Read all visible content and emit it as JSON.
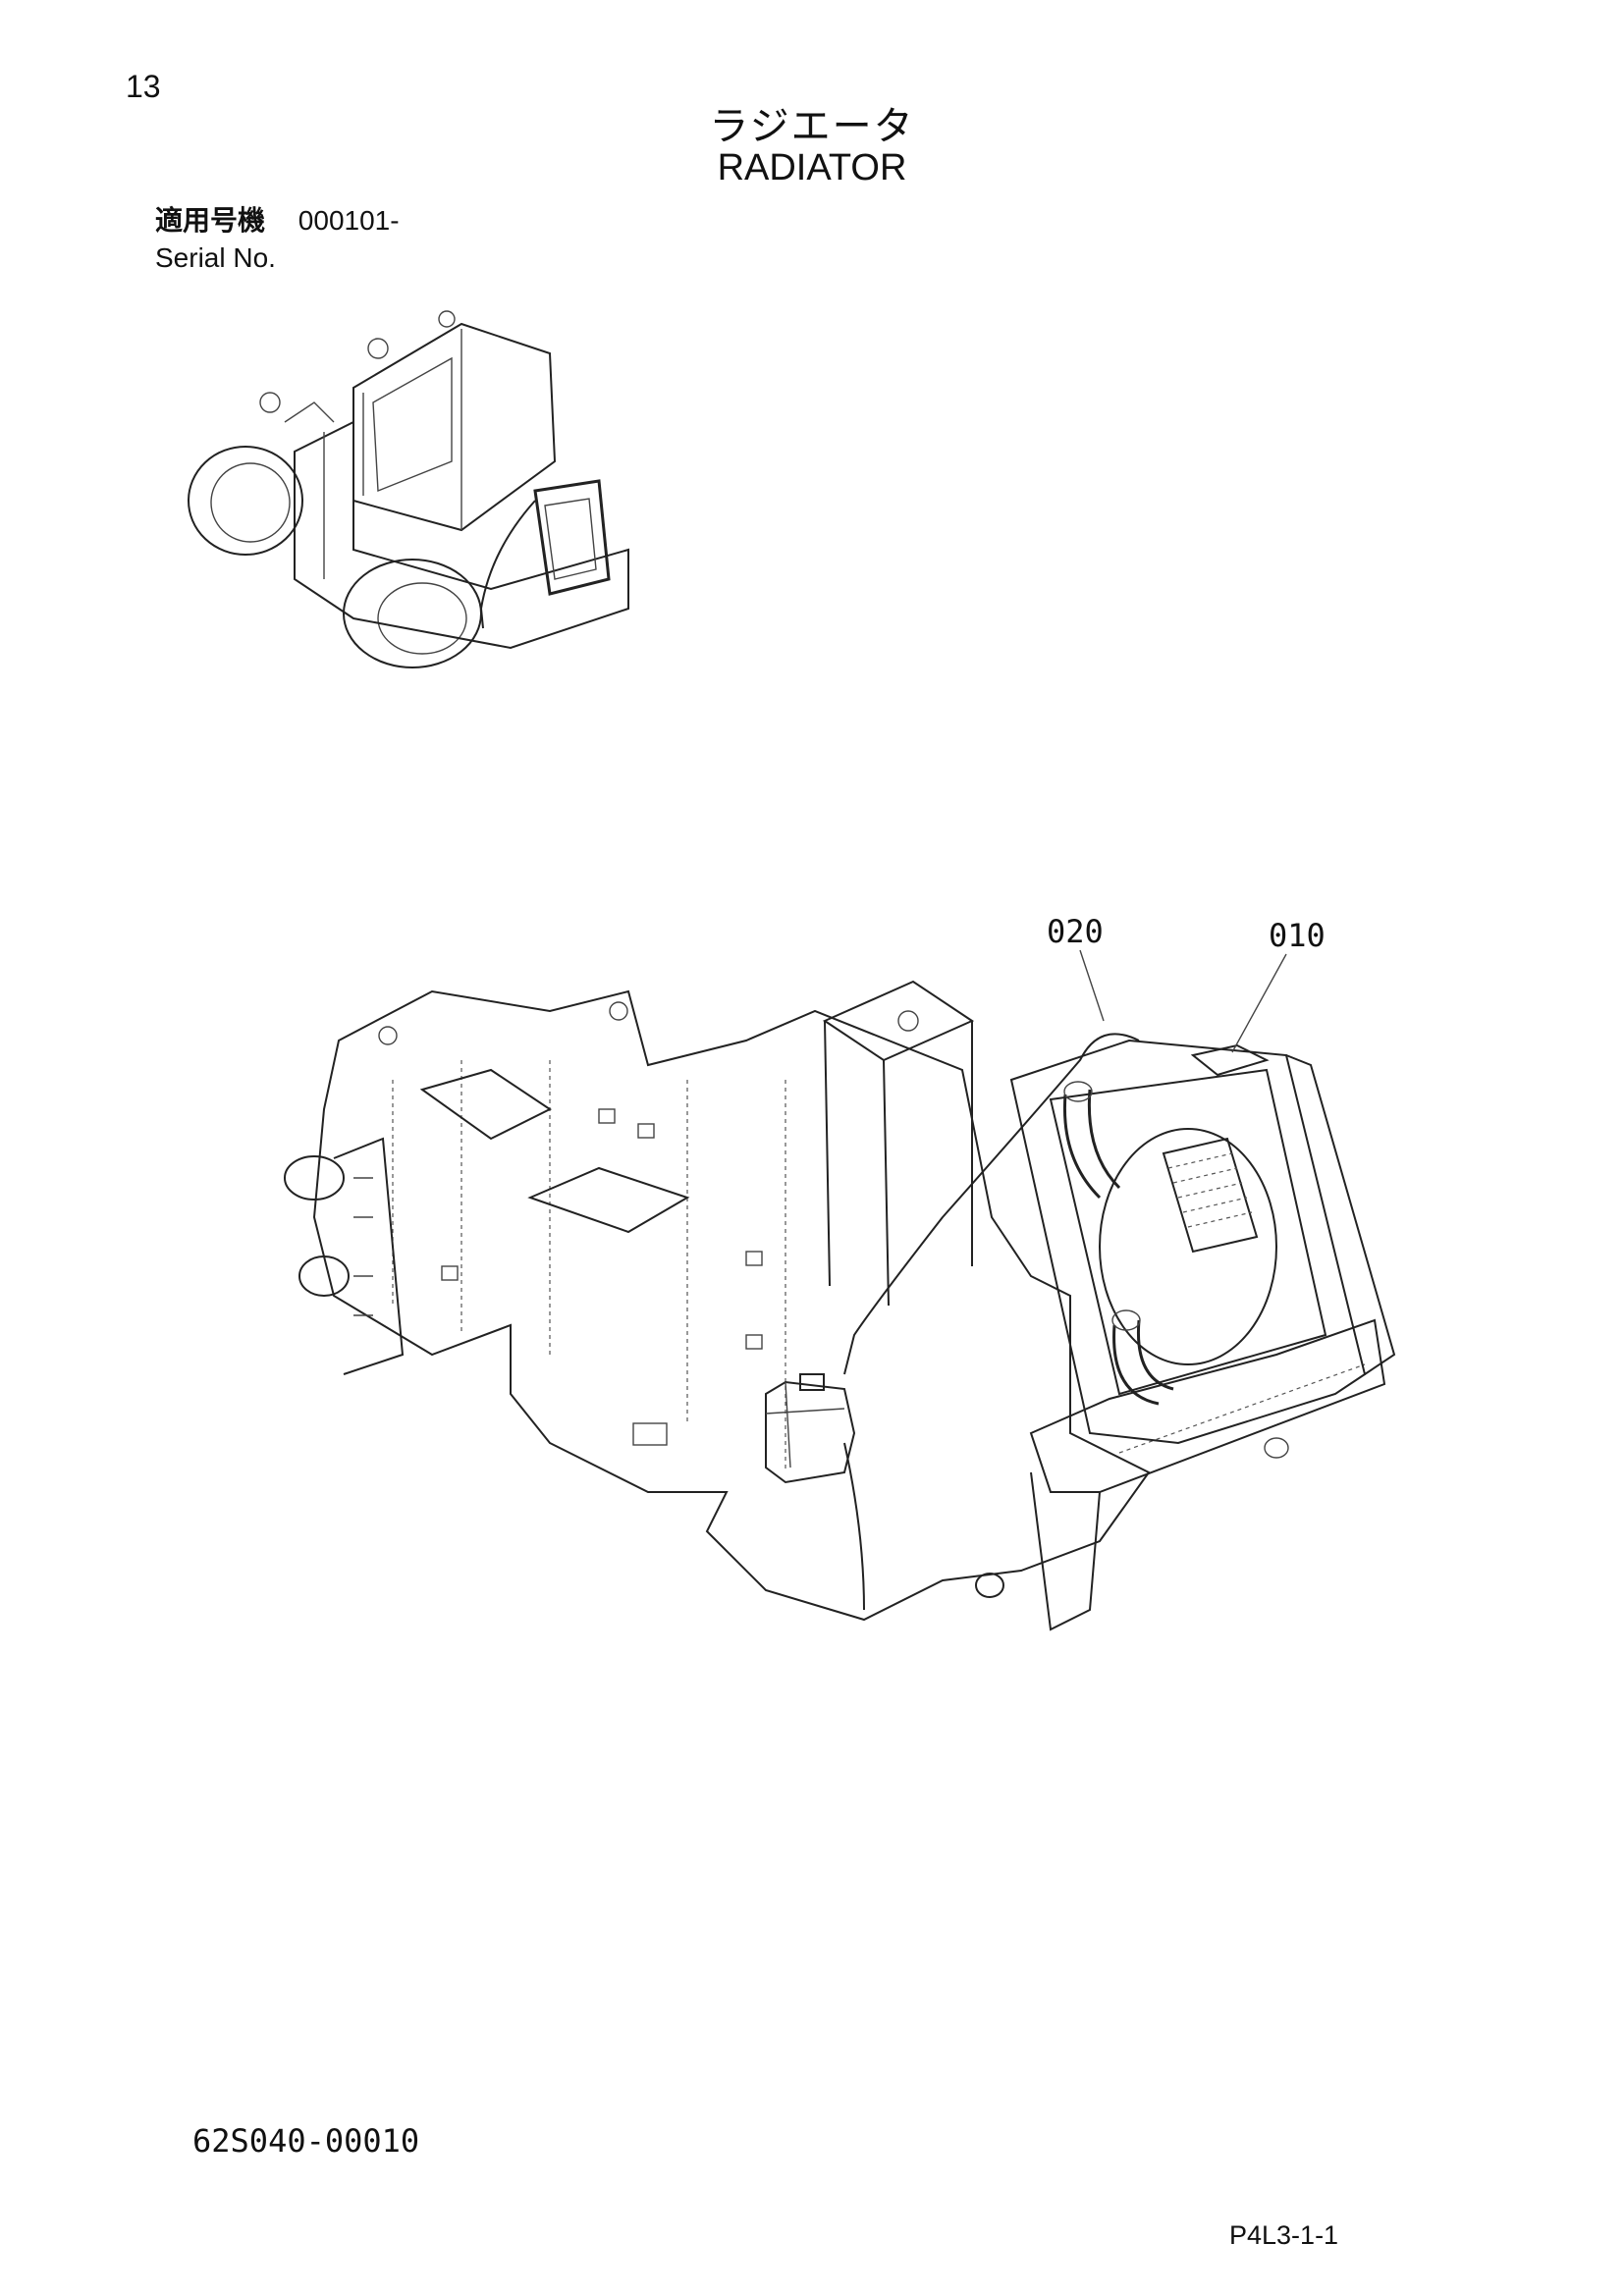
{
  "header": {
    "page_number": "13",
    "title_jp": "ラジエータ",
    "title_en": "RADIATOR"
  },
  "serial": {
    "label_jp": "適用号機",
    "value": "000101-",
    "label_en": "Serial No."
  },
  "callouts": [
    {
      "id": "020"
    },
    {
      "id": "010"
    }
  ],
  "footer": {
    "drawing_code": "62S040-00010",
    "page_ref": "P4L3-1-1"
  }
}
